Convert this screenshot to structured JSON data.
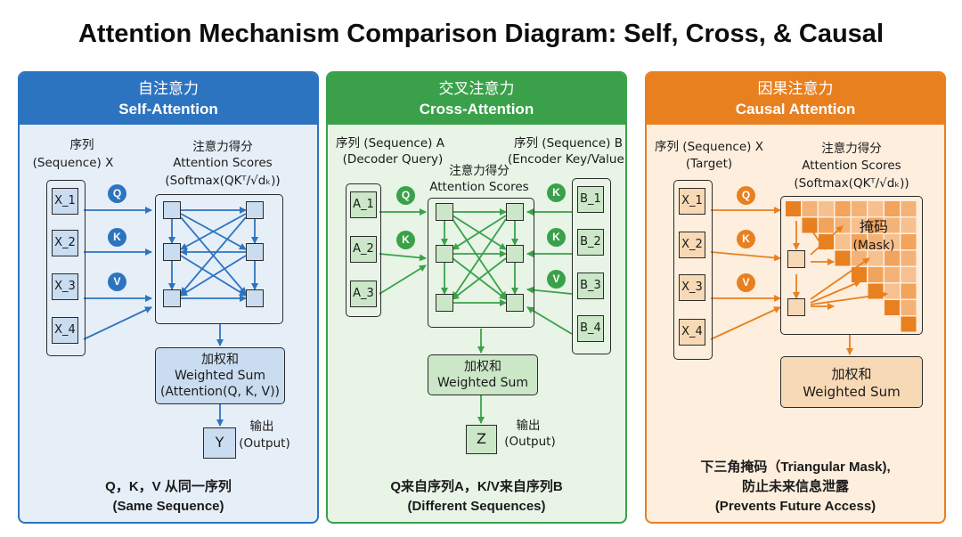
{
  "title": "Attention Mechanism Comparison Diagram: Self, Cross, & Causal",
  "colors": {
    "self": "#2d74c0",
    "self_bg": "#e6eef8",
    "self_cell": "#c9dcf0",
    "cross": "#3aa14a",
    "cross_bg": "#e7f4e6",
    "cross_cell": "#cbe7c8",
    "causal": "#e88020",
    "causal_bg": "#fdeedd",
    "causal_cell": "#f8d9b6"
  },
  "self": {
    "header_cn": "自注意力",
    "header_en": "Self-Attention",
    "seq_label_cn": "序列",
    "seq_label_en": "(Sequence) X",
    "items": [
      "X_1",
      "X_2",
      "X_3",
      "X_4"
    ],
    "badges": [
      "Q",
      "K",
      "V"
    ],
    "scores_cn": "注意力得分",
    "scores_en": "Attention Scores",
    "scores_formula": "(Softmax(QKᵀ/√dₖ))",
    "wsum_cn": "加权和",
    "wsum_en": "Weighted Sum",
    "wsum_formula": "(Attention(Q, K, V))",
    "output_cn": "输出",
    "output_en": "(Output)",
    "output_symbol": "Y",
    "footer_1": "Q，K，V 从同一序列",
    "footer_2": "(Same Sequence)"
  },
  "cross": {
    "header_cn": "交叉注意力",
    "header_en": "Cross-Attention",
    "seq_a_label_1": "序列 (Sequence) A",
    "seq_a_label_2": "(Decoder Query)",
    "seq_b_label_1": "序列 (Sequence) B",
    "seq_b_label_2": "(Encoder Key/Value)",
    "items_a": [
      "A_1",
      "A_2",
      "A_3"
    ],
    "items_b": [
      "B_1",
      "B_2",
      "B_3",
      "B_4"
    ],
    "badges_a": [
      "Q",
      "K"
    ],
    "badges_b": [
      "K",
      "K",
      "V"
    ],
    "scores_cn": "注意力得分",
    "scores_en": "Attention Scores",
    "wsum_cn": "加权和",
    "wsum_en": "Weighted Sum",
    "output_cn": "输出",
    "output_en": "(Output)",
    "output_symbol": "Z",
    "footer_1": "Q来自序列A，K/V来自序列B",
    "footer_2": "(Different Sequences)"
  },
  "causal": {
    "header_cn": "因果注意力",
    "header_en": "Causal Attention",
    "seq_label_1": "序列 (Sequence) X",
    "seq_label_2": "(Target)",
    "items": [
      "X_1",
      "X_2",
      "X_3",
      "X_4"
    ],
    "badges": [
      "Q",
      "K",
      "V"
    ],
    "scores_cn": "注意力得分",
    "scores_en": "Attention Scores",
    "scores_formula": "(Softmax(QKᵀ/√dₖ))",
    "mask_cn": "掩码",
    "mask_en": "(Mask)",
    "wsum_cn": "加权和",
    "wsum_en": "Weighted Sum",
    "footer_1": "下三角掩码（Triangular Mask),",
    "footer_2": "防止未来信息泄露",
    "footer_3": "(Prevents Future Access)"
  }
}
